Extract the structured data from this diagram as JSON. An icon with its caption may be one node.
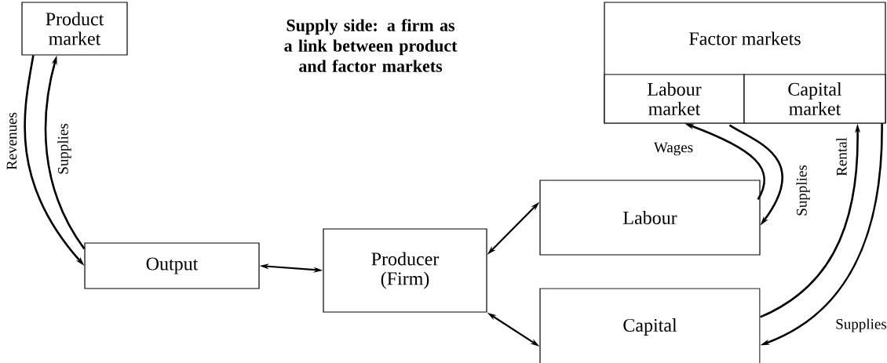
{
  "diagram": {
    "title": "Supply side: a firm as a link between product and factor markets",
    "nodes": [
      {
        "text": [
          "Product market"
        ]
      },
      {
        "text": [
          "Factor markets"
        ]
      },
      {
        "text": [
          "Labour market"
        ],
        "in": 1
      },
      {
        "text": [
          "Capital market"
        ],
        "in": 1
      },
      {
        "text": [
          "Output"
        ]
      },
      {
        "text": [
          "Producer (Firm)"
        ]
      },
      {
        "text": [
          "Labour"
        ]
      },
      {
        "text": [
          "Capital"
        ]
      }
    ],
    "edges": [
      {
        "from": 0,
        "to": 4,
        "arrow": "to",
        "label": "Revenues"
      },
      {
        "from": 4,
        "to": 0,
        "arrow": "to",
        "label": "Supplies"
      },
      {
        "from": 4,
        "to": 5,
        "arrow": "both"
      },
      {
        "from": 5,
        "to": 6,
        "arrow": "both"
      },
      {
        "from": 5,
        "to": 7,
        "arrow": "both"
      },
      {
        "from": 6,
        "to": 2,
        "arrow": "to",
        "label": "Wages"
      },
      {
        "from": 2,
        "to": 6,
        "arrow": "to",
        "label": "Supplies"
      },
      {
        "from": 7,
        "to": 3,
        "arrow": "to",
        "label": "Rental"
      },
      {
        "from": 3,
        "to": 7,
        "arrow": "to",
        "label": "Supplies"
      }
    ]
  }
}
